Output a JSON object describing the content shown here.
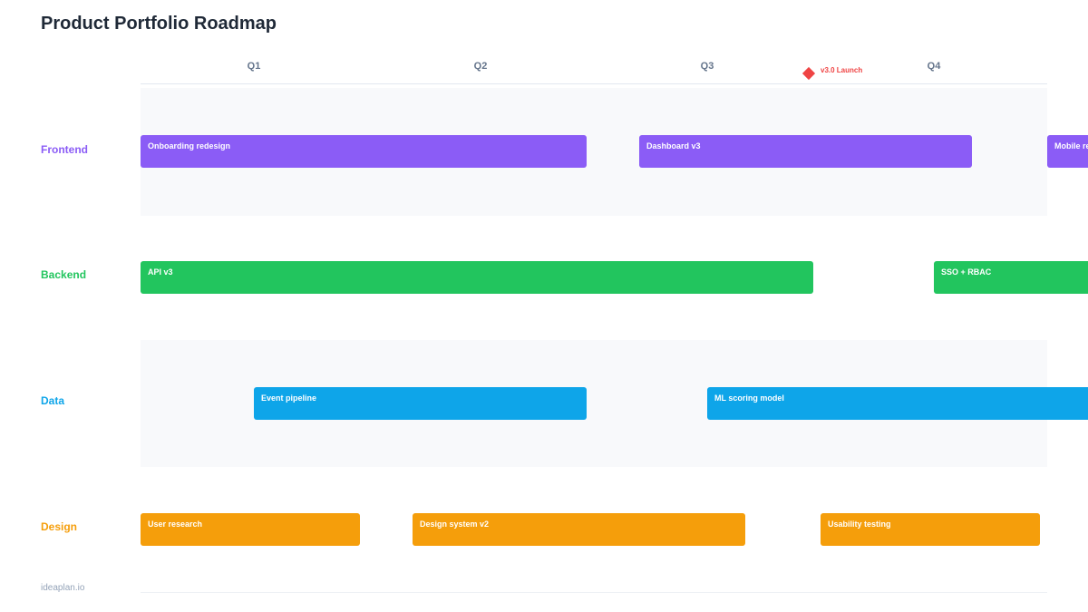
{
  "title": "Product Portfolio Roadmap",
  "footer": "ideaplan.io",
  "quarters": [
    "Q1",
    "Q2",
    "Q3",
    "Q4"
  ],
  "milestone": {
    "label": "v3.0 Launch",
    "color": "#ef4444"
  },
  "lanes": [
    {
      "name": "Frontend",
      "color": "#8b5cf6",
      "items": [
        {
          "label": "Onboarding redesign"
        },
        {
          "label": "Dashboard v3"
        },
        {
          "label": "Mobile re"
        }
      ]
    },
    {
      "name": "Backend",
      "color": "#22c55e",
      "items": [
        {
          "label": "API v3"
        },
        {
          "label": "SSO + RBAC"
        }
      ]
    },
    {
      "name": "Data",
      "color": "#0ea5e9",
      "items": [
        {
          "label": "Event pipeline"
        },
        {
          "label": "ML scoring model"
        }
      ]
    },
    {
      "name": "Design",
      "color": "#f59e0b",
      "items": [
        {
          "label": "User research"
        },
        {
          "label": "Design system v2"
        },
        {
          "label": "Usability testing"
        }
      ]
    }
  ]
}
